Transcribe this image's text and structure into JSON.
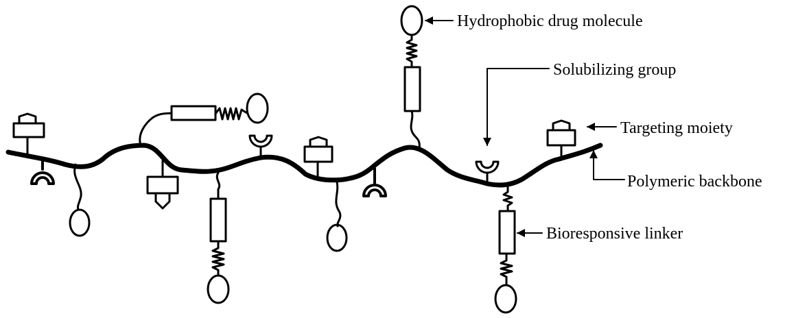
{
  "labels": {
    "drug": "Hydrophobic drug molecule",
    "solubilizing": "Solubilizing group",
    "targeting": "Targeting moiety",
    "backbone": "Polymeric backbone",
    "linker": "Bioresponsive linker"
  },
  "colors": {
    "ink": "#000000",
    "background": "#ffffff"
  }
}
